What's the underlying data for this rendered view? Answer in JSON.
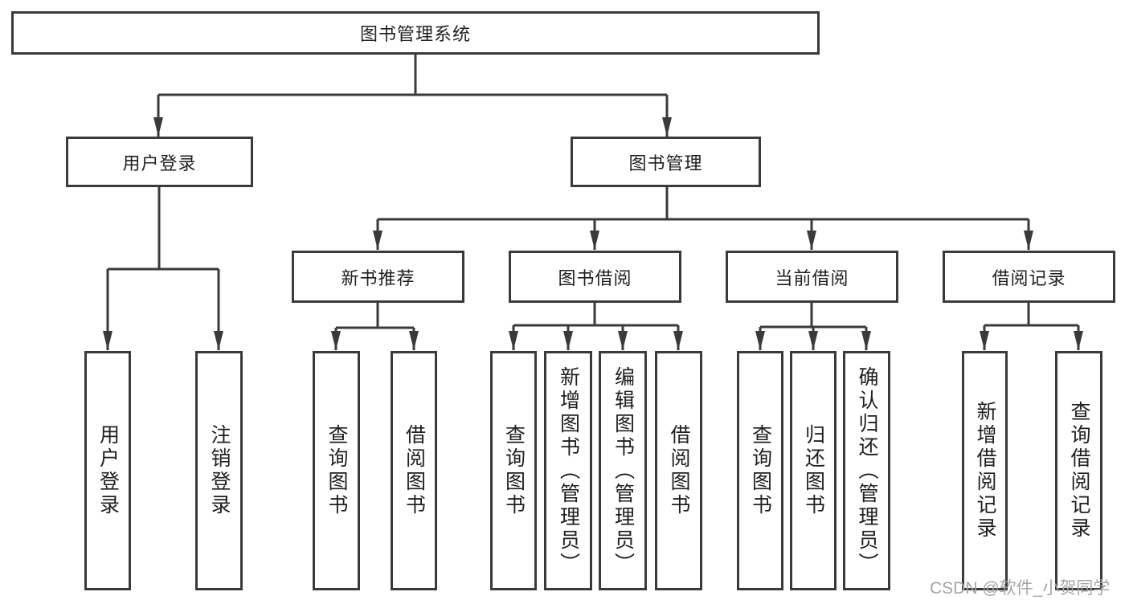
{
  "colors": {
    "line": "#3a3a3a",
    "box_bg": "#ffffff",
    "text": "#1f1f1f",
    "watermark": "#a5a5a5"
  },
  "tree": {
    "root": "图书管理系统",
    "user_login": {
      "label": "用户登录",
      "children": [
        "用户登录",
        "注销登录"
      ]
    },
    "book_mgmt": {
      "label": "图书管理",
      "groups": [
        {
          "label": "新书推荐",
          "children": [
            "查询图书",
            "借阅图书"
          ]
        },
        {
          "label": "图书借阅",
          "children": [
            "查询图书",
            "新增图书（管理员）",
            "编辑图书（管理员）",
            "借阅图书"
          ]
        },
        {
          "label": "当前借阅",
          "children": [
            "查询图书",
            "归还图书",
            "确认归还（管理员）"
          ]
        },
        {
          "label": "借阅记录",
          "children": [
            "新增借阅记录",
            "查询借阅记录"
          ]
        }
      ]
    }
  },
  "watermark": {
    "text": "CSDN @软件_小贺同学"
  }
}
